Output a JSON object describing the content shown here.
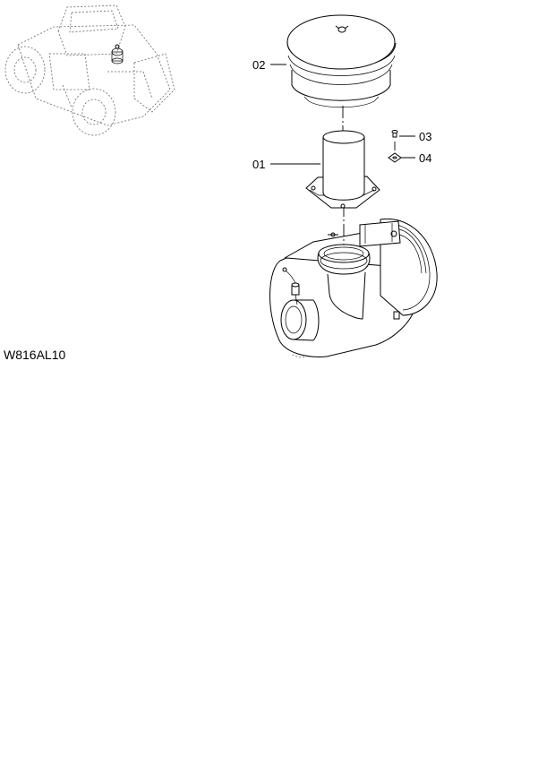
{
  "drawing_code": "W816AL10",
  "callouts": [
    {
      "id": "label-02",
      "text": "02"
    },
    {
      "id": "label-01",
      "text": "01"
    },
    {
      "id": "label-03",
      "text": "03"
    },
    {
      "id": "label-04",
      "text": "04"
    }
  ]
}
